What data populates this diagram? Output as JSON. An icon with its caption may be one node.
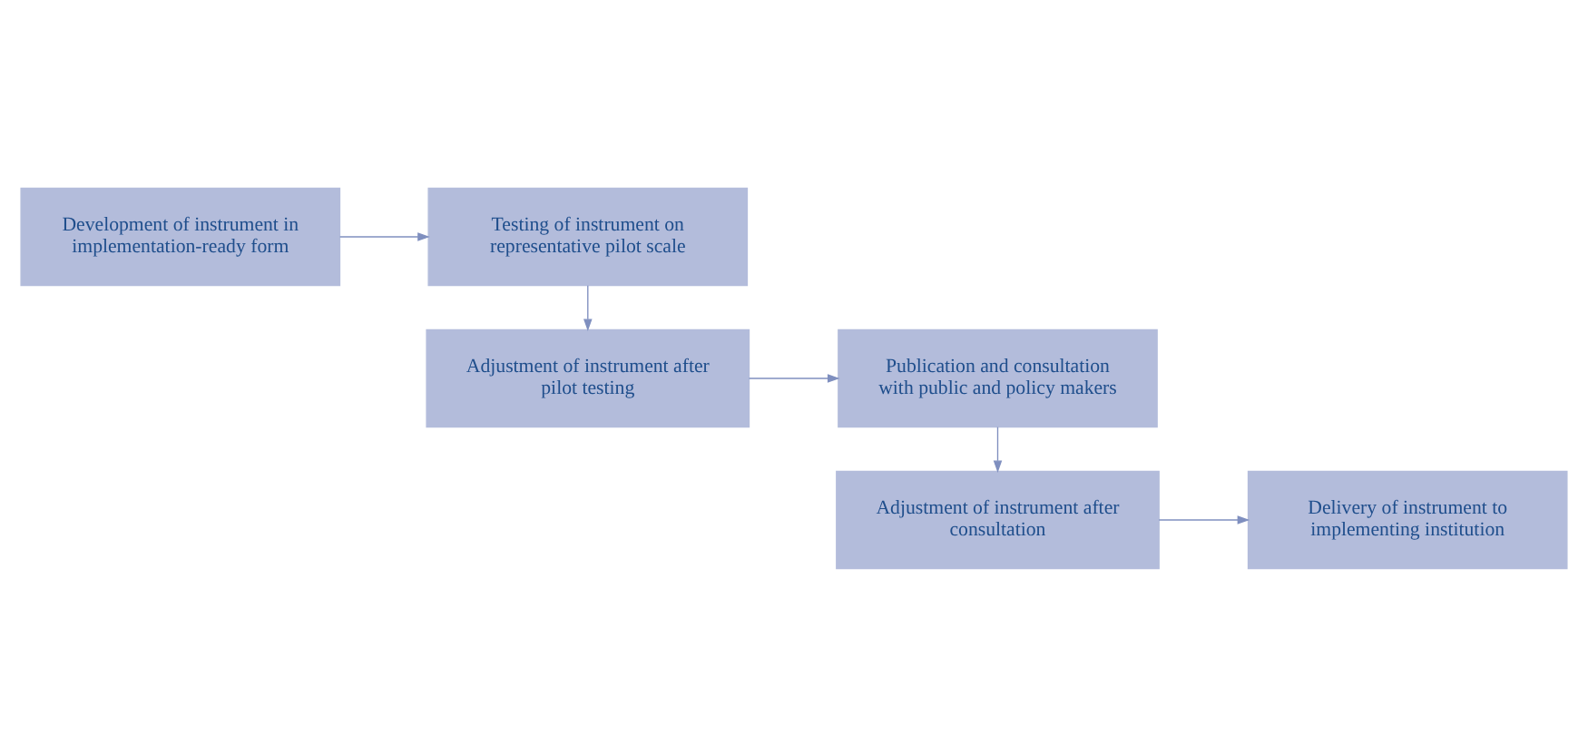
{
  "diagram": {
    "nodes": [
      {
        "text": [
          "Development of instrument in implementation-ready form"
        ]
      },
      {
        "text": [
          "Testing of instrument on representative pilot scale"
        ]
      },
      {
        "text": [
          "Adjustment of instrument after pilot testing"
        ]
      },
      {
        "text": [
          "Publication and consultation with public and policy makers"
        ]
      },
      {
        "text": [
          "Adjustment of instrument after consultation"
        ]
      },
      {
        "text": [
          "Delivery of instrument to implementing institution"
        ]
      }
    ],
    "edges": [
      {
        "from": 0,
        "to": 1,
        "arrow": "to"
      },
      {
        "from": 1,
        "to": 2,
        "arrow": "to"
      },
      {
        "from": 2,
        "to": 3,
        "arrow": "to"
      },
      {
        "from": 3,
        "to": 4,
        "arrow": "to"
      },
      {
        "from": 4,
        "to": 5,
        "arrow": "to"
      }
    ]
  }
}
